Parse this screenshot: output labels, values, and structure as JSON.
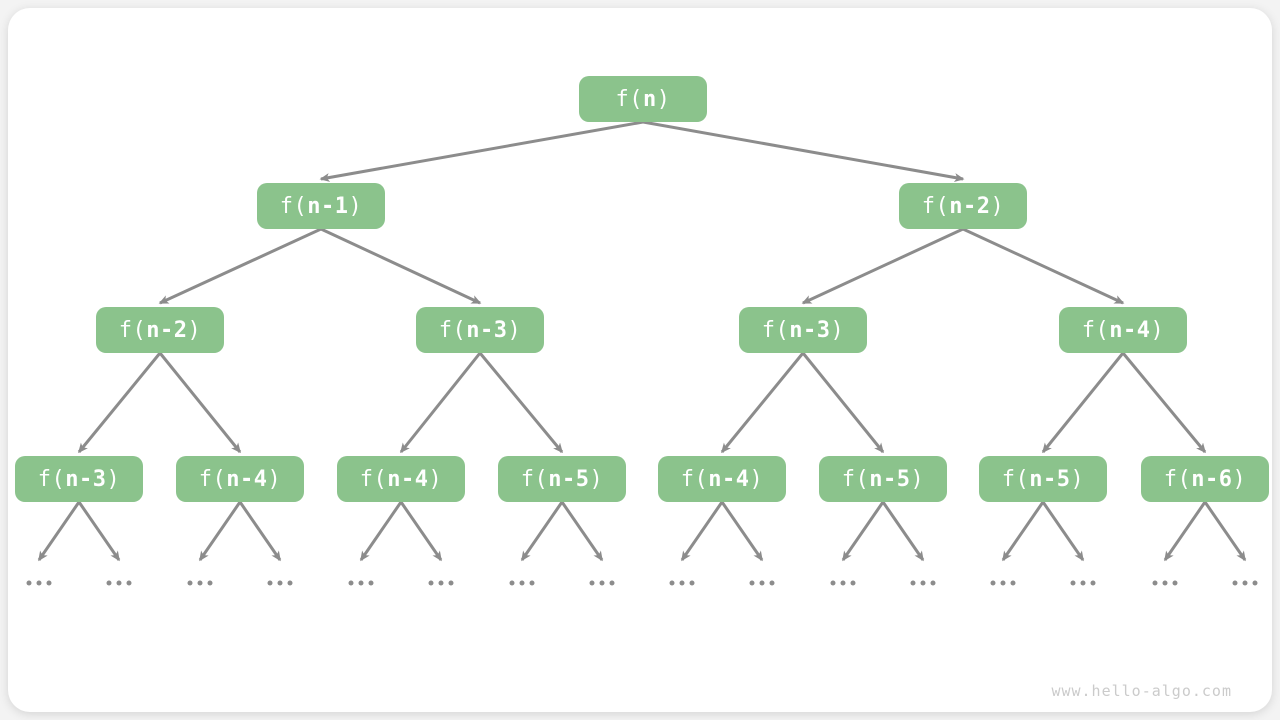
{
  "watermark": "www.hello-algo.com",
  "diagram": {
    "type": "recursion-tree",
    "description": "Binary recursion tree of fibonacci-style function calls",
    "ellipsis": "...",
    "levels": [
      [
        "f(n)"
      ],
      [
        "f(n-1)",
        "f(n-2)"
      ],
      [
        "f(n-2)",
        "f(n-3)",
        "f(n-3)",
        "f(n-4)"
      ],
      [
        "f(n-3)",
        "f(n-4)",
        "f(n-4)",
        "f(n-5)",
        "f(n-4)",
        "f(n-5)",
        "f(n-5)",
        "f(n-6)"
      ]
    ],
    "leaf_rows": {
      "children_per_leaf": 2,
      "symbol": "..."
    },
    "colors": {
      "node_fill": "#8BC38C",
      "node_text": "#FFFFFF",
      "edge": "#8C8C8C",
      "watermark_text": "#CBCBCB",
      "card_background": "#FFFFFF",
      "page_background": "#F3F3F3"
    }
  }
}
